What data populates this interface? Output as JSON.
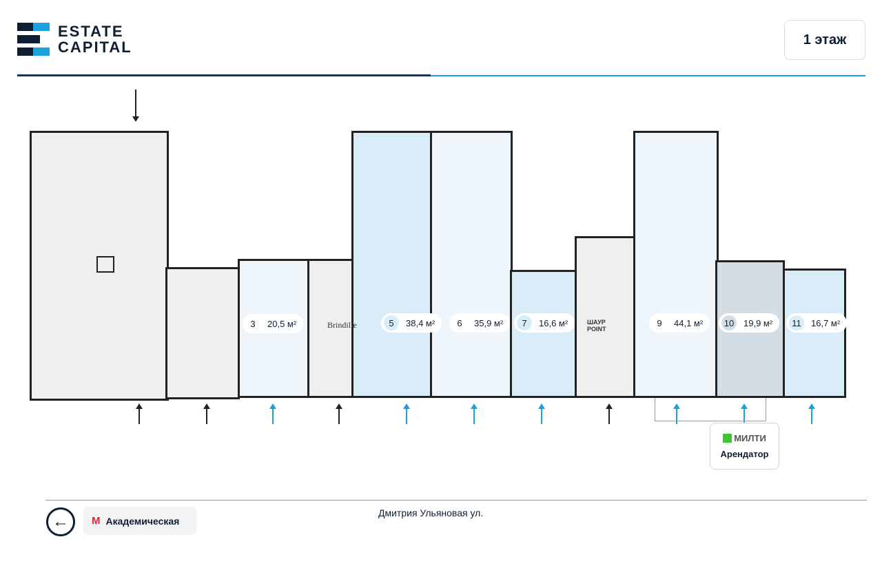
{
  "logo": {
    "line1": "ESTATE",
    "line2": "CAPITAL"
  },
  "floor_button": "1 этаж",
  "units": [
    {
      "number": "3",
      "area": "20,5 м²"
    },
    {
      "brand": "Brindille"
    },
    {
      "number": "5",
      "area": "38,4 м²"
    },
    {
      "number": "6",
      "area": "35,9 м²"
    },
    {
      "number": "7",
      "area": "16,6 м²"
    },
    {
      "brand": "ШАУР POINT"
    },
    {
      "number": "9",
      "area": "44,1 м²"
    },
    {
      "number": "10",
      "area": "19,9 м²"
    },
    {
      "number": "11",
      "area": "16,7 м²"
    }
  ],
  "tenant": {
    "brand": "МИЛТИ",
    "label": "Арендатор"
  },
  "metro": {
    "label": "Академическая"
  },
  "street": "Дмитрия Ульяновая ул.",
  "colors": {
    "dark": "#0f1e33",
    "accent": "#1ca1de",
    "metro": "#e4262c",
    "milti": "#3cc82a"
  }
}
